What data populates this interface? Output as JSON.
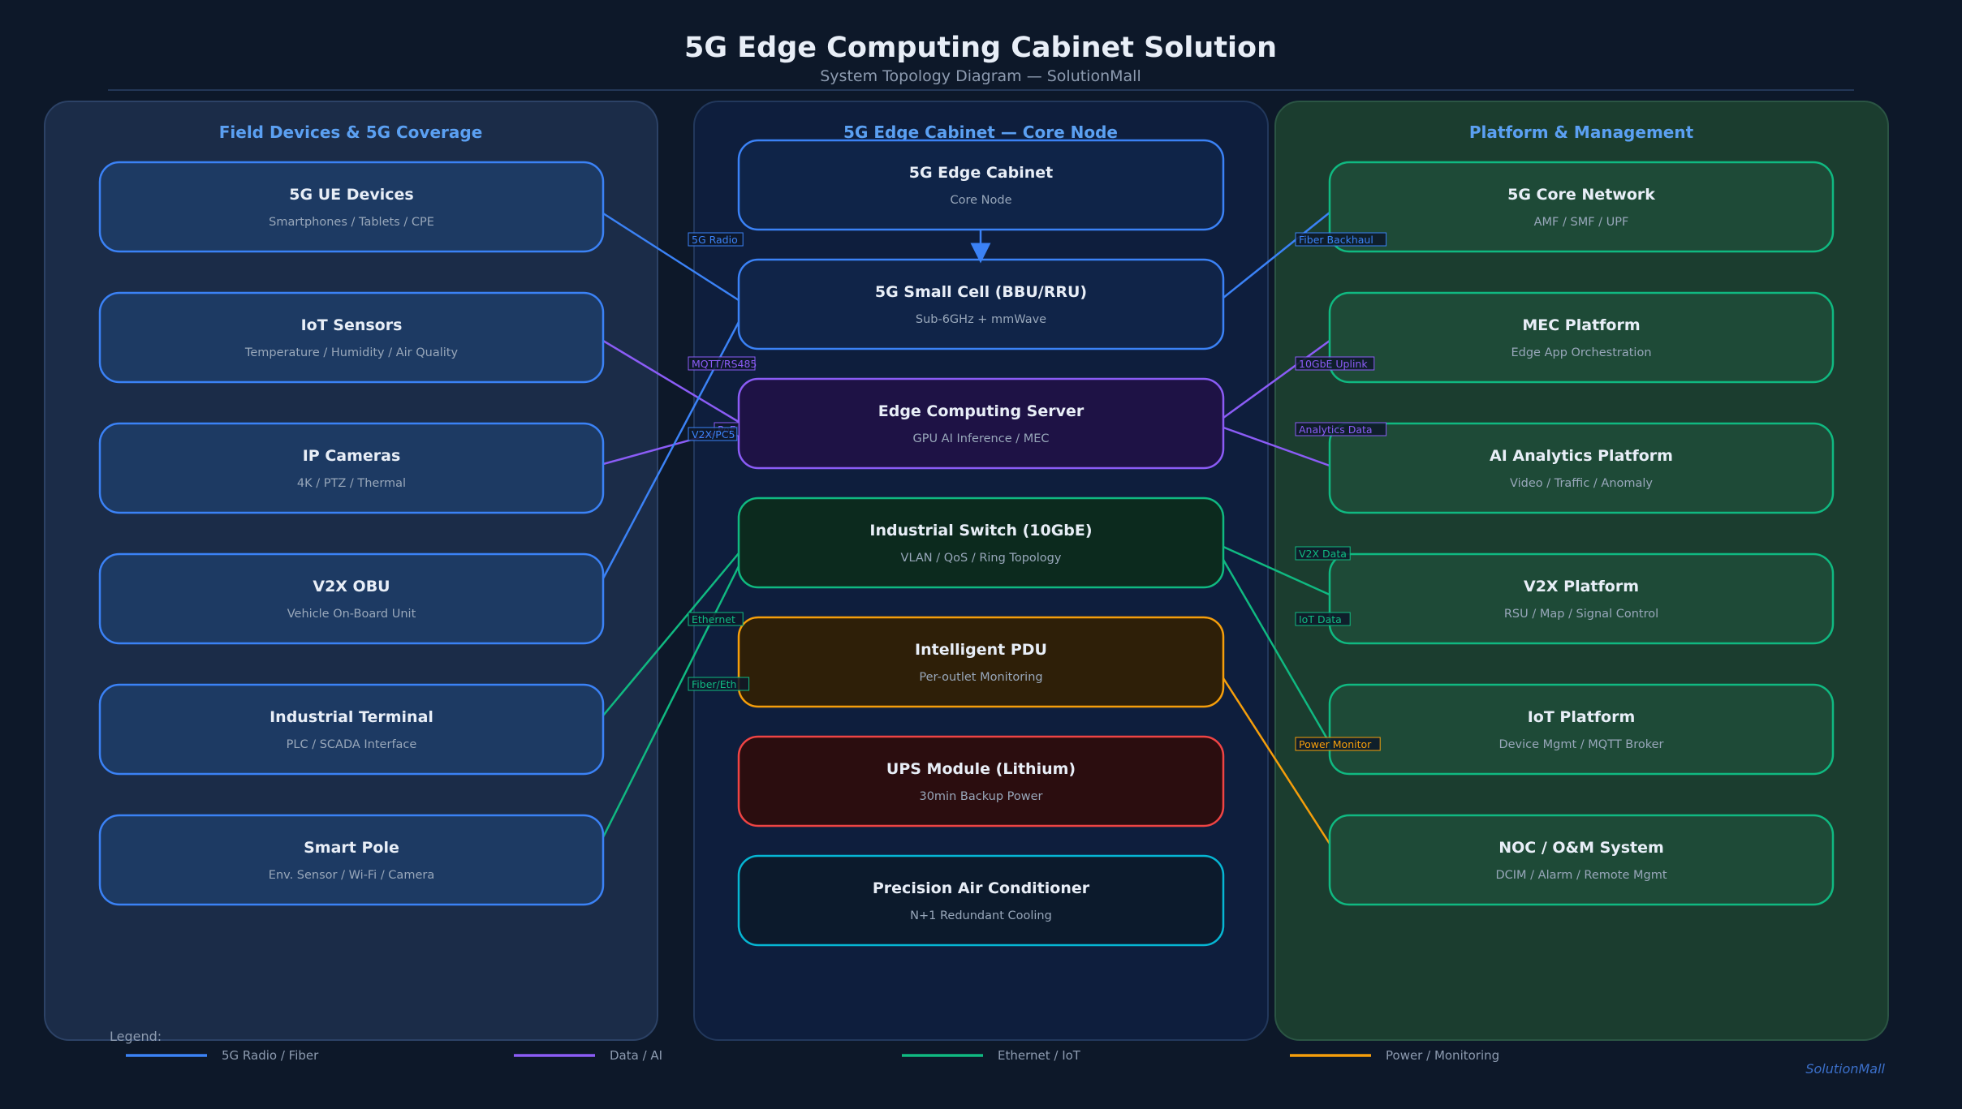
{
  "title": "5G Edge Computing Cabinet Solution",
  "subtitle": "System Topology Diagram — SolutionMall",
  "brand": "SolutionMall",
  "colors": {
    "radio": "#3b82f6",
    "data": "#8b5cf6",
    "ethernet": "#10b981",
    "power": "#f59e0b",
    "ups": "#ef4444",
    "cooling": "#06b6d4"
  },
  "columns": {
    "left": {
      "title": "Field Devices & 5G Coverage",
      "nodes": [
        {
          "title": "5G UE Devices",
          "sub": "Smartphones / Tablets / CPE"
        },
        {
          "title": "IoT Sensors",
          "sub": "Temperature / Humidity / Air Quality"
        },
        {
          "title": "IP Cameras",
          "sub": "4K / PTZ / Thermal"
        },
        {
          "title": "V2X OBU",
          "sub": "Vehicle On-Board Unit"
        },
        {
          "title": "Industrial Terminal",
          "sub": "PLC / SCADA Interface"
        },
        {
          "title": "Smart Pole",
          "sub": "Env. Sensor / Wi-Fi / Camera"
        }
      ]
    },
    "center": {
      "title": "5G Edge Cabinet — Core Node",
      "nodes": [
        {
          "title": "5G Edge Cabinet",
          "sub": "Core Node",
          "style": "cabinet"
        },
        {
          "title": "5G Small Cell (BBU/RRU)",
          "sub": "Sub-6GHz + mmWave",
          "style": "radio"
        },
        {
          "title": "Edge Computing Server",
          "sub": "GPU AI Inference / MEC",
          "style": "data"
        },
        {
          "title": "Industrial Switch (10GbE)",
          "sub": "VLAN / QoS / Ring Topology",
          "style": "ethernet"
        },
        {
          "title": "Intelligent PDU",
          "sub": "Per-outlet Monitoring",
          "style": "power"
        },
        {
          "title": "UPS Module (Lithium)",
          "sub": "30min Backup Power",
          "style": "ups"
        },
        {
          "title": "Precision Air Conditioner",
          "sub": "N+1 Redundant Cooling",
          "style": "cooling"
        }
      ]
    },
    "right": {
      "title": "Platform & Management",
      "nodes": [
        {
          "title": "5G Core Network",
          "sub": "AMF / SMF / UPF"
        },
        {
          "title": "MEC Platform",
          "sub": "Edge App Orchestration"
        },
        {
          "title": "AI Analytics Platform",
          "sub": "Video / Traffic / Anomaly"
        },
        {
          "title": "V2X Platform",
          "sub": "RSU / Map / Signal Control"
        },
        {
          "title": "IoT Platform",
          "sub": "Device Mgmt / MQTT Broker"
        },
        {
          "title": "NOC / O&M System",
          "sub": "DCIM / Alarm / Remote Mgmt"
        }
      ]
    }
  },
  "connections": [
    {
      "from": "left.0",
      "to": "center.1",
      "type": "radio",
      "label": "5G Radio"
    },
    {
      "from": "left.1",
      "to": "center.2",
      "type": "data",
      "label": "MQTT/RS485"
    },
    {
      "from": "left.2",
      "to": "center.2",
      "type": "data",
      "label": "PoE"
    },
    {
      "from": "left.3",
      "to": "center.1",
      "type": "radio",
      "label": "V2X/PC5"
    },
    {
      "from": "left.4",
      "to": "center.3",
      "type": "ethernet",
      "label": "Ethernet"
    },
    {
      "from": "left.5",
      "to": "center.3",
      "type": "ethernet",
      "label": "Fiber/Eth"
    },
    {
      "from": "center.1",
      "to": "right.0",
      "type": "radio",
      "label": "Fiber Backhaul"
    },
    {
      "from": "center.2",
      "to": "right.1",
      "type": "data",
      "label": "10GbE Uplink"
    },
    {
      "from": "center.2",
      "to": "right.2",
      "type": "data",
      "label": "Analytics Data"
    },
    {
      "from": "center.3",
      "to": "right.3",
      "type": "ethernet",
      "label": "V2X Data"
    },
    {
      "from": "center.3",
      "to": "right.4",
      "type": "ethernet",
      "label": "IoT Data"
    },
    {
      "from": "center.4",
      "to": "right.5",
      "type": "power",
      "label": "Power Monitor"
    }
  ],
  "legend": {
    "title": "Legend:",
    "items": [
      {
        "label": "5G Radio / Fiber",
        "type": "radio"
      },
      {
        "label": "Data / AI",
        "type": "data"
      },
      {
        "label": "Ethernet / IoT",
        "type": "ethernet"
      },
      {
        "label": "Power / Monitoring",
        "type": "power"
      }
    ]
  }
}
